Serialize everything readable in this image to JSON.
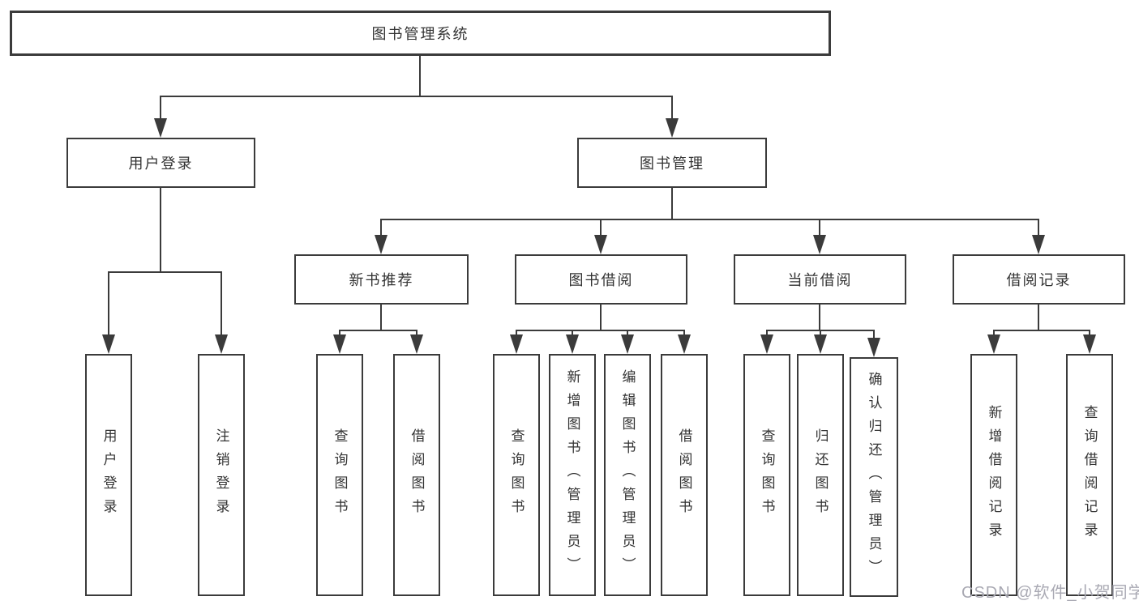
{
  "tree": {
    "root": {
      "label": "图书管理系统"
    },
    "branches": [
      {
        "label": "用户登录",
        "children": [
          {
            "label": "用户登录"
          },
          {
            "label": "注销登录"
          }
        ]
      },
      {
        "label": "图书管理",
        "children": [
          {
            "label": "新书推荐",
            "children": [
              {
                "label": "查询图书"
              },
              {
                "label": "借阅图书"
              }
            ]
          },
          {
            "label": "图书借阅",
            "children": [
              {
                "label": "查询图书"
              },
              {
                "label": "新增图书（管理员）"
              },
              {
                "label": "编辑图书（管理员）"
              },
              {
                "label": "借阅图书"
              }
            ]
          },
          {
            "label": "当前借阅",
            "children": [
              {
                "label": "查询图书"
              },
              {
                "label": "归还图书"
              },
              {
                "label": "确认归还（管理员）"
              }
            ]
          },
          {
            "label": "借阅记录",
            "children": [
              {
                "label": "新增借阅记录"
              },
              {
                "label": "查询借阅记录"
              }
            ]
          }
        ]
      }
    ]
  },
  "watermark": {
    "text": "CSDN @软件_小贺同学"
  },
  "colors": {
    "line": "#3b3b3b",
    "text": "#333333",
    "background": "#ffffff",
    "watermark": "#a9a9b3"
  }
}
